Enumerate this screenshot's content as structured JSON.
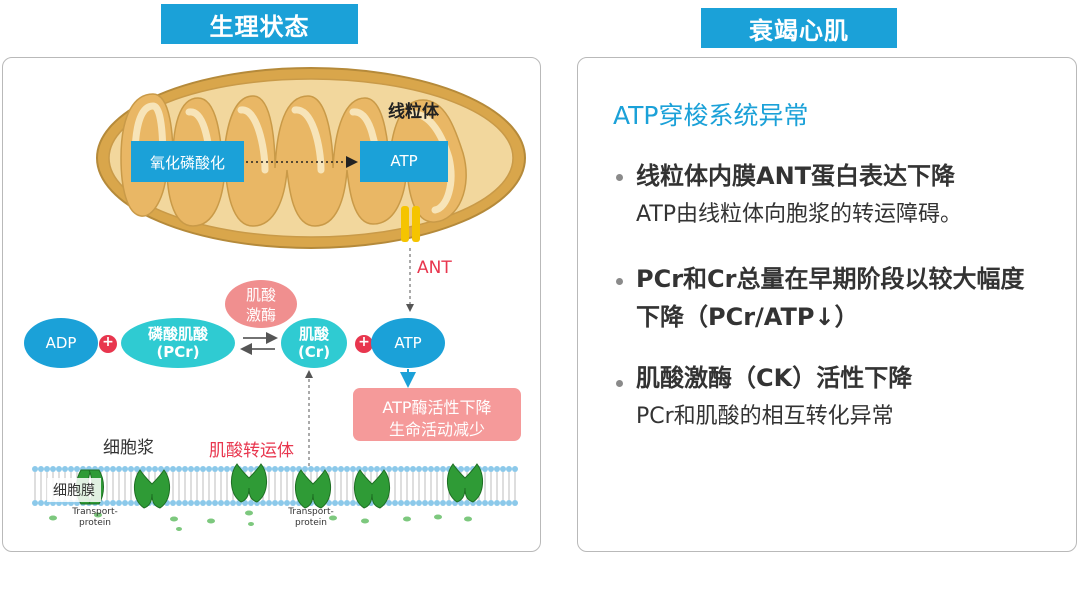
{
  "headers": {
    "left": "生理状态",
    "right": "衰竭心肌"
  },
  "diagram": {
    "mitochondria_label": "线粒体",
    "oxphos_label": "氧化磷酸化",
    "atp_mito_label": "ATP",
    "ant_label": "ANT",
    "ck_label_line1": "肌酸",
    "ck_label_line2": "激酶",
    "adp_label": "ADP",
    "pcr_line1": "磷酸肌酸",
    "pcr_line2": "(PCr)",
    "cr_line1": "肌酸",
    "cr_line2": "(Cr)",
    "atp_label": "ATP",
    "plus_sign": "+",
    "atpase_line1": "ATP酶活性下降",
    "atpase_line2": "生命活动减少",
    "cytoplasm_label": "细胞浆",
    "transporter_label": "肌酸转运体",
    "membrane_label": "细胞膜",
    "transport_protein_1": "Transport-",
    "transport_protein_2": "protein",
    "colors": {
      "mito_outer": "#d9a64b",
      "mito_inner": "#f2d79d",
      "blue_box": "#1ba1d8",
      "ck_pink": "#f08f8f",
      "ant_red": "#e8364e",
      "atpase_box": "#f59a9a",
      "membrane_green": "#36a53c",
      "membrane_blue": "#8cc9ea"
    }
  },
  "right_panel": {
    "heading": "ATP穿梭系统异常",
    "bullets": [
      {
        "bold_lines": [
          "线粒体内膜ANT蛋白表达下降"
        ],
        "normal_lines": [
          "ATP由线粒体向胞浆的转运障碍。"
        ]
      },
      {
        "bold_lines": [
          "PCr和Cr总量在早期阶段以较大幅度",
          "下降（PCr/ATP↓）"
        ],
        "normal_lines": []
      },
      {
        "bold_lines": [
          "肌酸激酶（CK）活性下降"
        ],
        "normal_lines": [
          "PCr和肌酸的相互转化异常"
        ]
      }
    ]
  }
}
